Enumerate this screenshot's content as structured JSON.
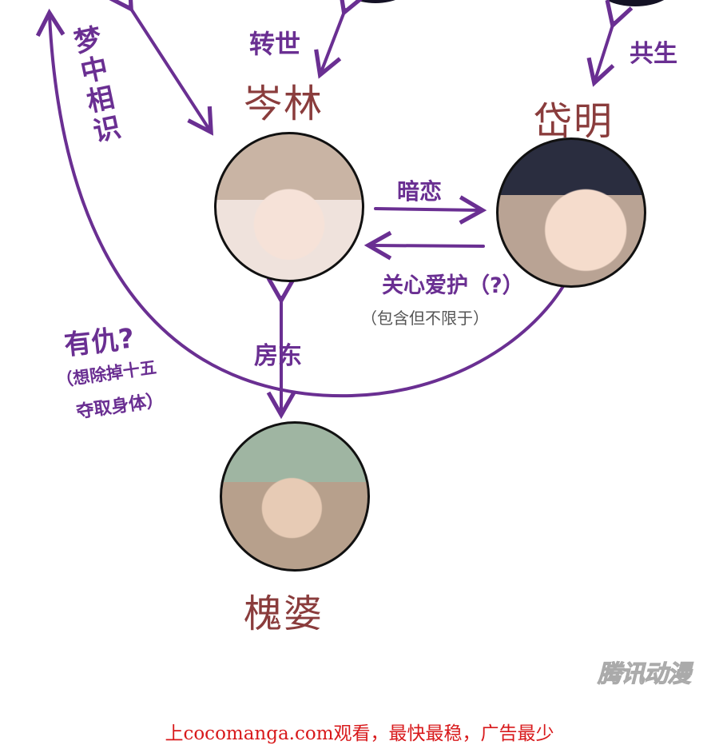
{
  "characters": [
    {
      "name": "岑林"
    },
    {
      "name": "岱明"
    },
    {
      "name": "槐婆"
    }
  ],
  "relations": {
    "dream_meet": "梦中相识",
    "reincarnation": "转世",
    "symbiosis": "共生",
    "secret_love": "暗恋",
    "care_protect": "关心爱护（?）",
    "care_note": "（包含但不限于）",
    "landlord": "房东",
    "grudge": "有仇?",
    "grudge_note_1": "（想除掉十五",
    "grudge_note_2": "夺取身体）"
  },
  "watermark_logo": "腾讯动漫",
  "footer": "上cocomanga.com观看，最快最稳，广告最少",
  "colors": {
    "arrow": "#6a2f92",
    "name": "#8a3c3c",
    "footer": "#d8191b"
  }
}
